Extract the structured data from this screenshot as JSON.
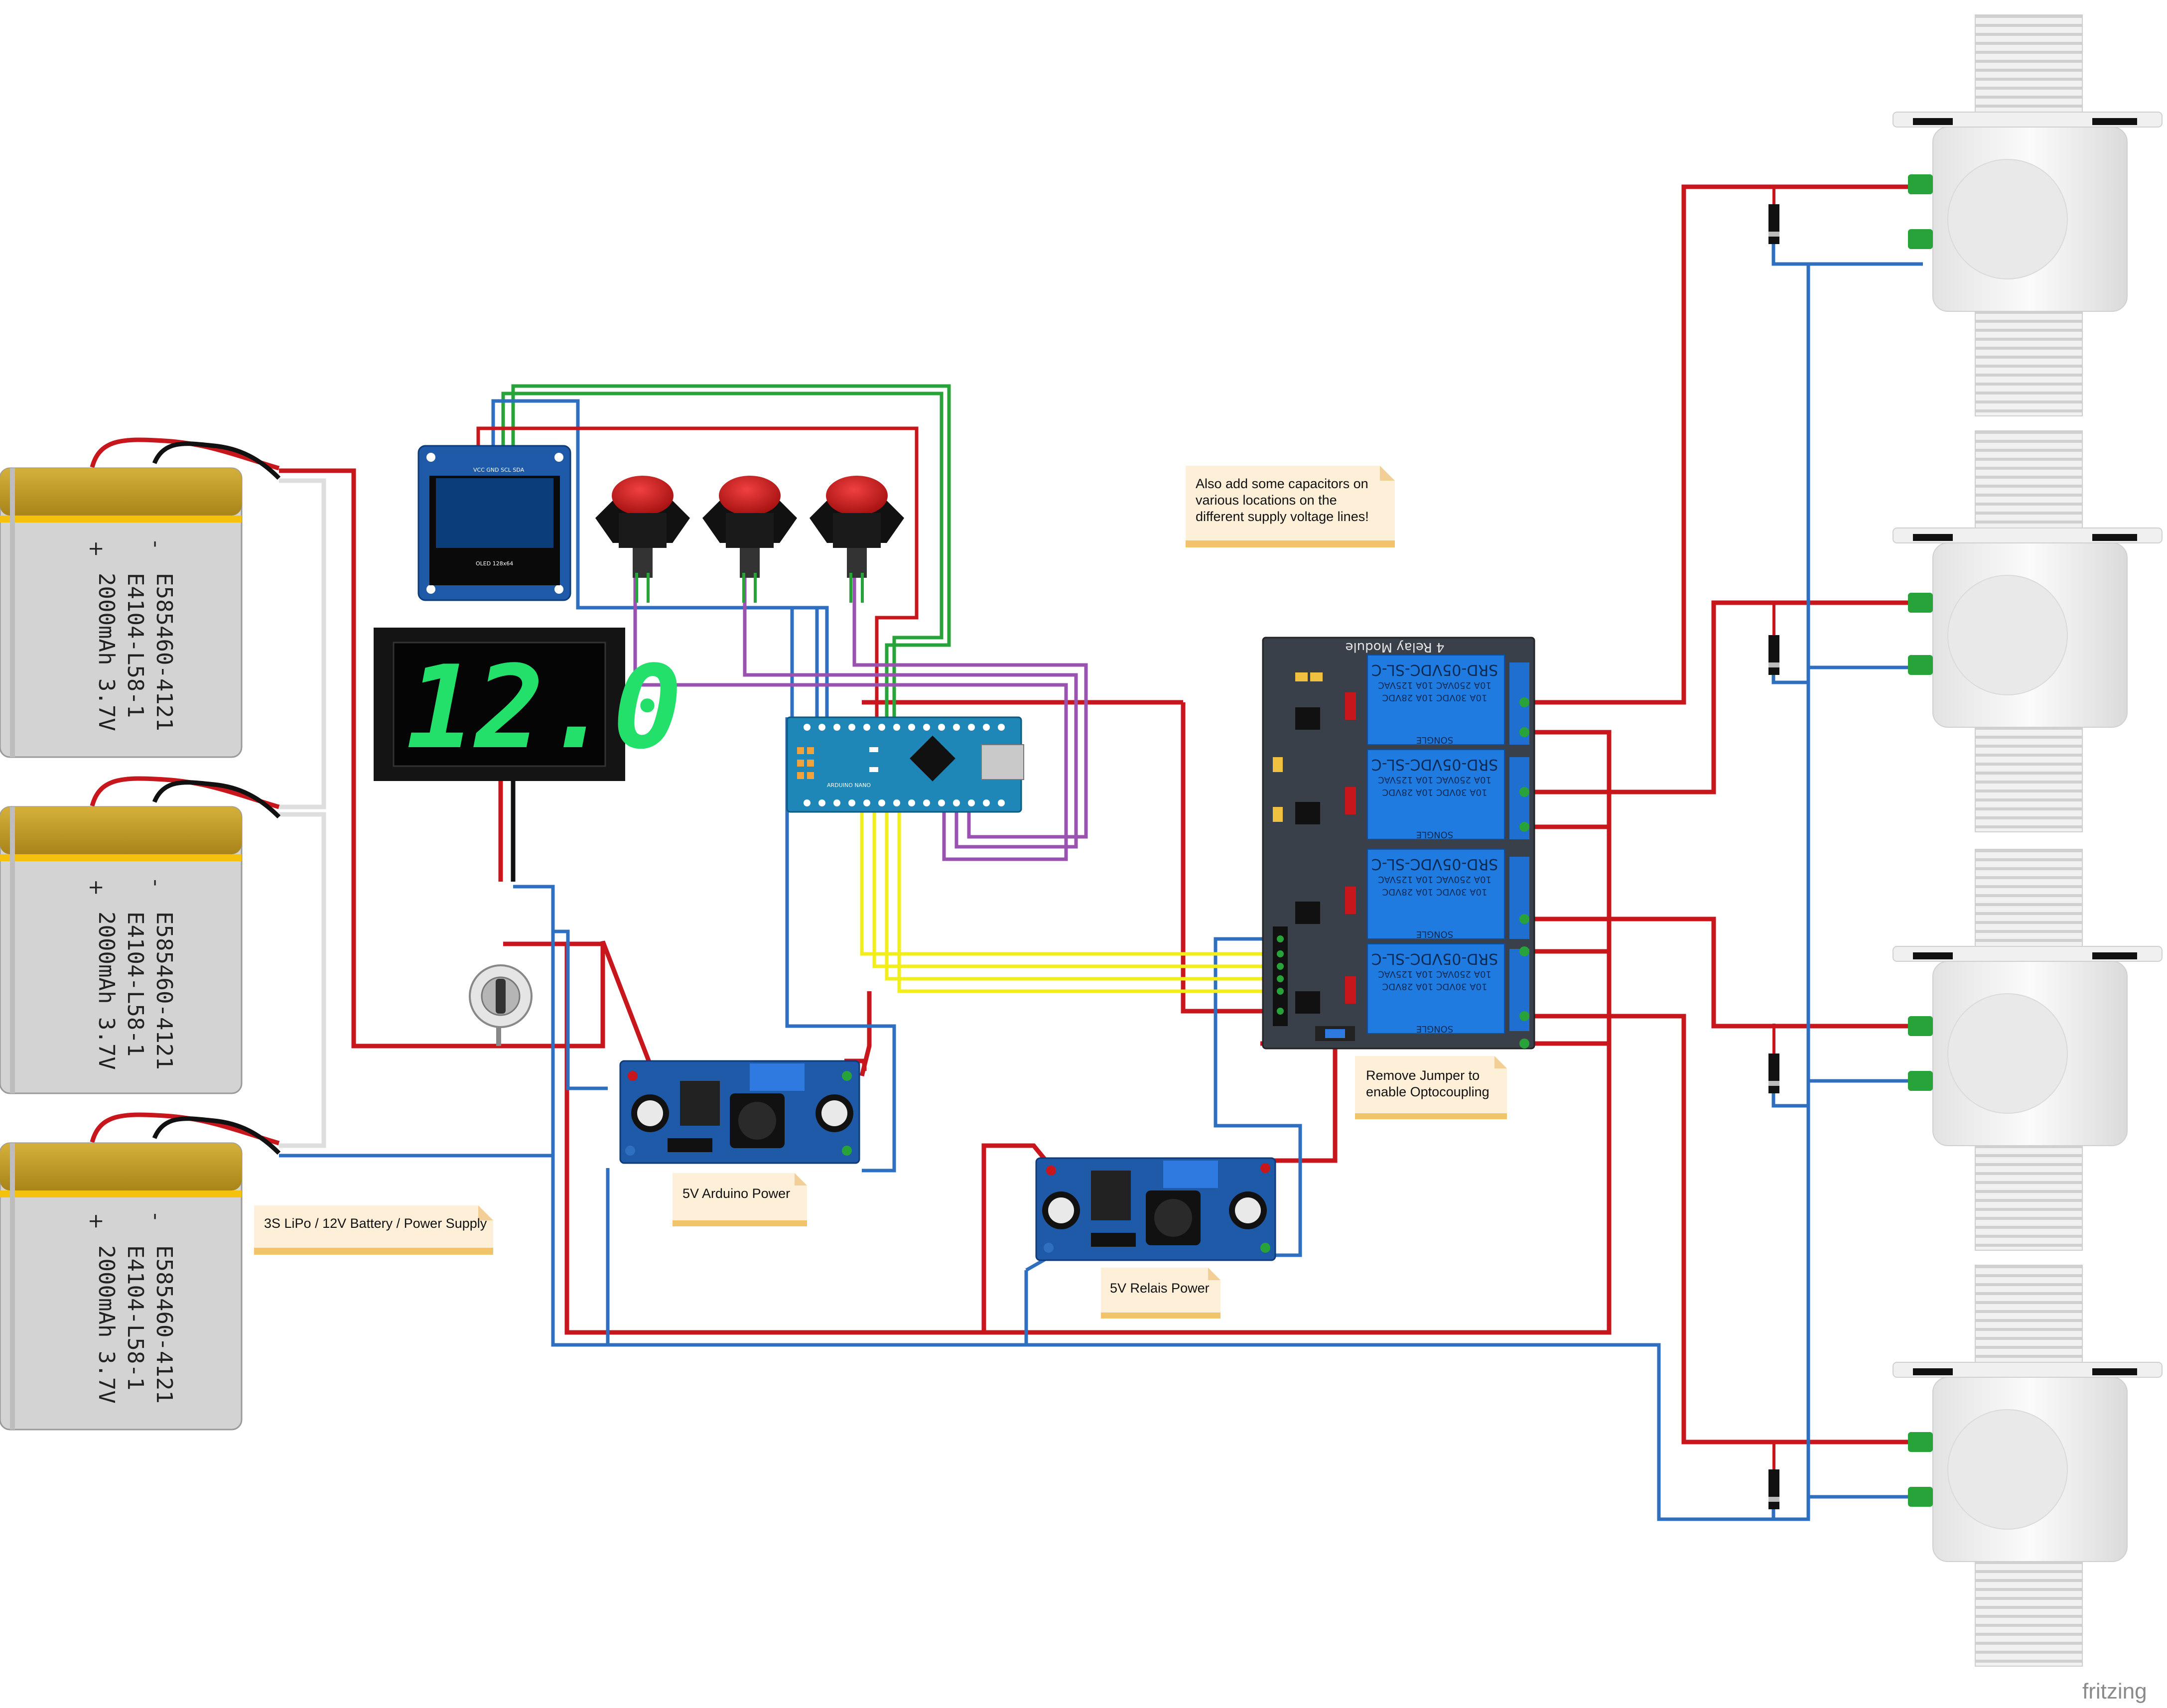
{
  "batteries": [
    {
      "line1": "E585460-4121",
      "line2": "E4104-L58-1",
      "line3": "2000mAh 3.7V",
      "minus": "-",
      "plus": "+"
    },
    {
      "line1": "E585460-4121",
      "line2": "E4104-L58-1",
      "line3": "2000mAh 3.7V",
      "minus": "-",
      "plus": "+"
    },
    {
      "line1": "E585460-4121",
      "line2": "E4104-L58-1",
      "line3": "2000mAh 3.7V",
      "minus": "-",
      "plus": "+"
    }
  ],
  "voltmeter": {
    "reading": "12.0"
  },
  "notes": {
    "capacitors": [
      "Also add some capacitors on",
      "various locations on the",
      "different supply voltage lines!"
    ],
    "battery_supply": "3S LiPo / 12V Battery / Power Supply",
    "arduino_power": "5V Arduino Power",
    "relais_power": "5V Relais Power",
    "jumper": [
      "Remove Jumper to",
      "enable Optocoupling"
    ]
  },
  "relay_module": {
    "title": "4 Relay Module",
    "relay_model": "SRD-05VDC-SL-C",
    "relay_line1": "10A 250VAC  10A 125VAC",
    "relay_line2": "10A 30VDC  10A 28VDC",
    "brand": "SONGLE"
  },
  "oled": {
    "pins": "VCC GND SCL SDA",
    "caption": "OLED 128x64"
  },
  "arduino": {
    "name": "ARDUINO NANO"
  },
  "footer": {
    "brand": "fritzing"
  },
  "colors": {
    "wire_red": "#c8161d",
    "wire_blue": "#2f6fc0",
    "wire_green": "#27a33a",
    "wire_yellow": "#f2ee1b",
    "wire_purple": "#9a52b0",
    "battery_gold": "#c9a227",
    "pcb_blue": "#1e5aa8",
    "relay_blue": "#1f7be0"
  }
}
